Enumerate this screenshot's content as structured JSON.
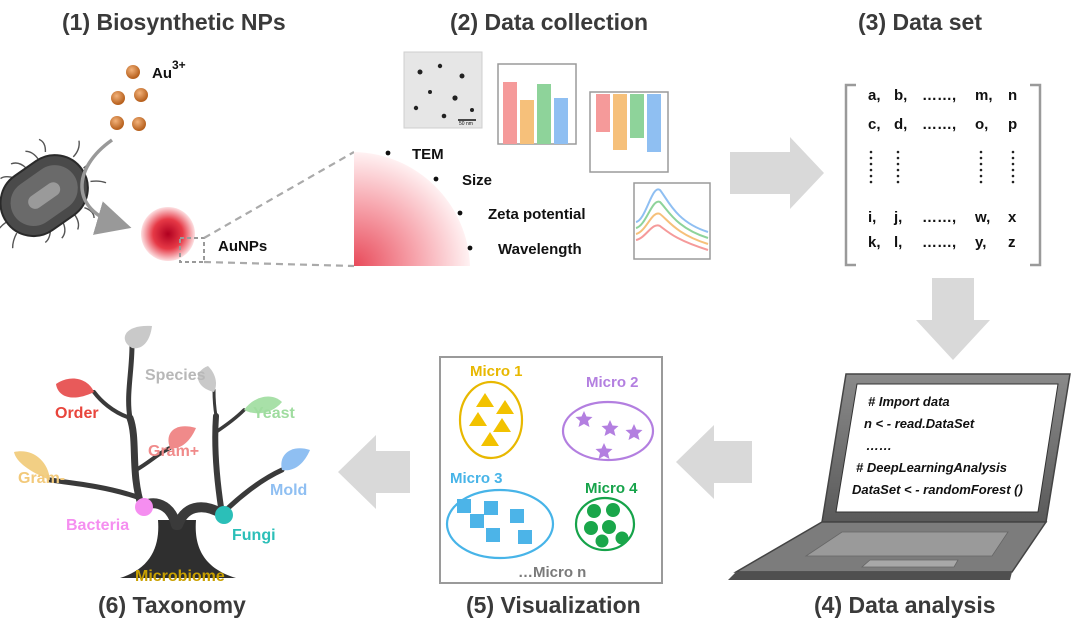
{
  "steps": {
    "s1": "(1) Biosynthetic NPs",
    "s2": "(2) Data collection",
    "s3": "(3) Data set",
    "s4": "(4) Data analysis",
    "s5": "(5) Visualization",
    "s6": "(6) Taxonomy"
  },
  "synthesis": {
    "ion_base": "Au",
    "ion_charge": "3+",
    "np_label": "AuNPs"
  },
  "collection": {
    "bullets": [
      "TEM",
      "Size",
      "Zeta potential",
      "Wavelength"
    ],
    "tem_scale": "50 nm"
  },
  "dataset": {
    "rows": [
      [
        "a,",
        "b,",
        "……,",
        "m,",
        "n"
      ],
      [
        "c,",
        "d,",
        "……,",
        "o,",
        "p"
      ],
      [
        "i,",
        "j,",
        "……,",
        "w,",
        "x"
      ],
      [
        "k,",
        "l,",
        "……,",
        "y,",
        "z"
      ]
    ]
  },
  "analysis": {
    "code": [
      "# Import data",
      "n < - read.DataSet",
      "……",
      "# DeepLearningAnalysis",
      "DataSet < - randomForest ()"
    ]
  },
  "visualization": {
    "groups": [
      "Micro 1",
      "Micro 2",
      "Micro 3",
      "Micro 4"
    ],
    "more": "…Micro n"
  },
  "taxonomy": {
    "labels": [
      "Species",
      "Order",
      "Yeast",
      "Gram+",
      "Mold",
      "Gram-",
      "Bacteria",
      "Fungi",
      "Microbiome"
    ]
  },
  "colors": {
    "micro1": "#e8b800",
    "micro2": "#b37fe0",
    "micro3": "#47b4e8",
    "micro4": "#16a34a",
    "arrow": "#d9d9d9"
  }
}
